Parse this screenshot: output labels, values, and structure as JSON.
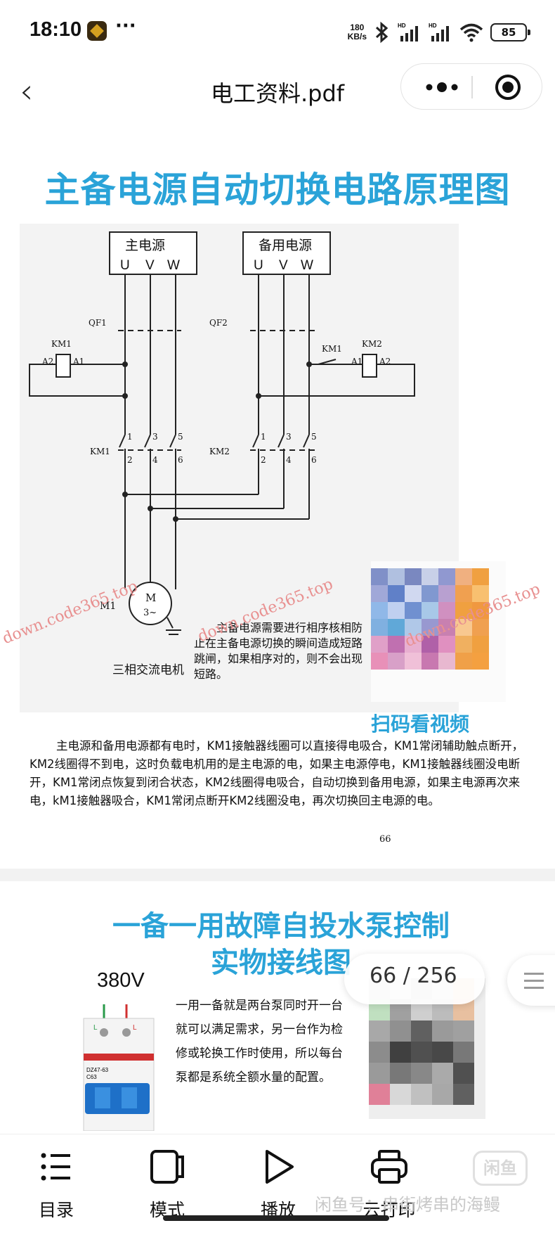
{
  "status_bar": {
    "time": "18:10",
    "more": "···",
    "net_speed_value": "180",
    "net_speed_unit": "KB/s",
    "battery": "85"
  },
  "title_bar": {
    "back_glyph": "‹",
    "title": "电工资料.pdf"
  },
  "page1": {
    "title": "主备电源自动切换电路原理图",
    "diagram": {
      "main_power": "主电源",
      "backup_power": "备用电源",
      "phases": [
        "U",
        "V",
        "W"
      ],
      "qf1": "QF1",
      "qf2": "QF2",
      "km1": "KM1",
      "km2": "KM2",
      "a1": "A1",
      "a2": "A2",
      "contact_nums_top": [
        "1",
        "3",
        "5"
      ],
      "contact_nums_bottom": [
        "2",
        "4",
        "6"
      ],
      "m1": "M1",
      "motor_m": "M",
      "motor_3": "3~",
      "motor_label": "三相交流电机",
      "note": [
        "主备电源需要进行相序核相防",
        "止在主备电源切换的瞬间造成短路",
        "跳闸，如果相序对的，则不会出现",
        "短路。"
      ]
    },
    "scan_label": "扫码看视频",
    "watermark": "down.code365.top",
    "description": "主电源和备用电源都有电时，KM1接触器线圈可以直接得电吸合，KM1常闭辅助触点断开，KM2线圈得不到电，这时负载电机用的是主电源的电，如果主电源停电，KM1接触器线圈没电断开，KM1常闭点恢复到闭合状态，KM2线圈得电吸合，自动切换到备用电源，如果主电源再次来电，kM1接触器吸合，KM1常闭点断开KM2线圈没电，再次切换回主电源的电。",
    "page_number": "66"
  },
  "page2": {
    "title_line1": "一备一用故障自投水泵控制",
    "title_line2": "实物接线图",
    "voltage": "380V",
    "breaker_terminals": [
      "L",
      "L"
    ],
    "breaker_model": "DZ47-63",
    "breaker_rating": "C63",
    "description": "一用一备就是两台泵同时开一台就可以满足需求，另一台作为检修或轮换工作时使用，所以每台泵都是系统全额水量的配置。",
    "page_indicator": "66 / 256"
  },
  "bottom_bar": {
    "tabs": [
      {
        "label": "目录",
        "icon": "list-icon"
      },
      {
        "label": "模式",
        "icon": "mode-icon"
      },
      {
        "label": "播放",
        "icon": "play-icon"
      },
      {
        "label": "云打印",
        "icon": "printer-icon"
      }
    ],
    "footer_watermark": "闲鱼号：串街烤串的海鳗",
    "xianyu_logo": "闲鱼"
  },
  "colors": {
    "accent": "#2aa3d8",
    "watermark": "#e89090"
  }
}
